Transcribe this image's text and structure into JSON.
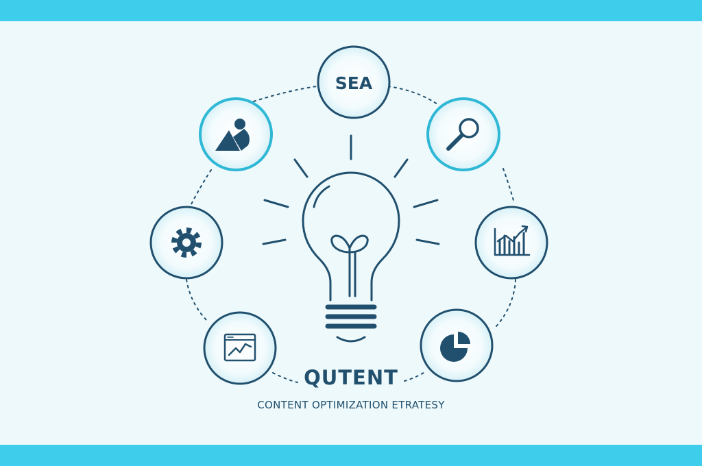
{
  "brand": "QUTENT",
  "subtitle": "CONTENT OPTIMIZATION ETRATESY",
  "center": {
    "icon": "lightbulb-icon"
  },
  "nodes": [
    {
      "id": "sea",
      "label": "SEA",
      "icon": "text-label",
      "highlighted": false
    },
    {
      "id": "search",
      "label": "",
      "icon": "magnifier-icon",
      "highlighted": true
    },
    {
      "id": "bar-chart",
      "label": "",
      "icon": "bar-chart-trend-icon",
      "highlighted": false
    },
    {
      "id": "pie-chart",
      "label": "",
      "icon": "pie-chart-icon",
      "highlighted": false
    },
    {
      "id": "browser-chart",
      "label": "",
      "icon": "browser-line-chart-icon",
      "highlighted": false
    },
    {
      "id": "settings",
      "label": "",
      "icon": "gear-icon",
      "highlighted": false
    },
    {
      "id": "image",
      "label": "",
      "icon": "image-shapes-icon",
      "highlighted": true
    }
  ],
  "colors": {
    "background": "#eef9fb",
    "band": "#3fcdec",
    "ink": "#21506e",
    "highlight_ring": "#2fb8d6"
  }
}
